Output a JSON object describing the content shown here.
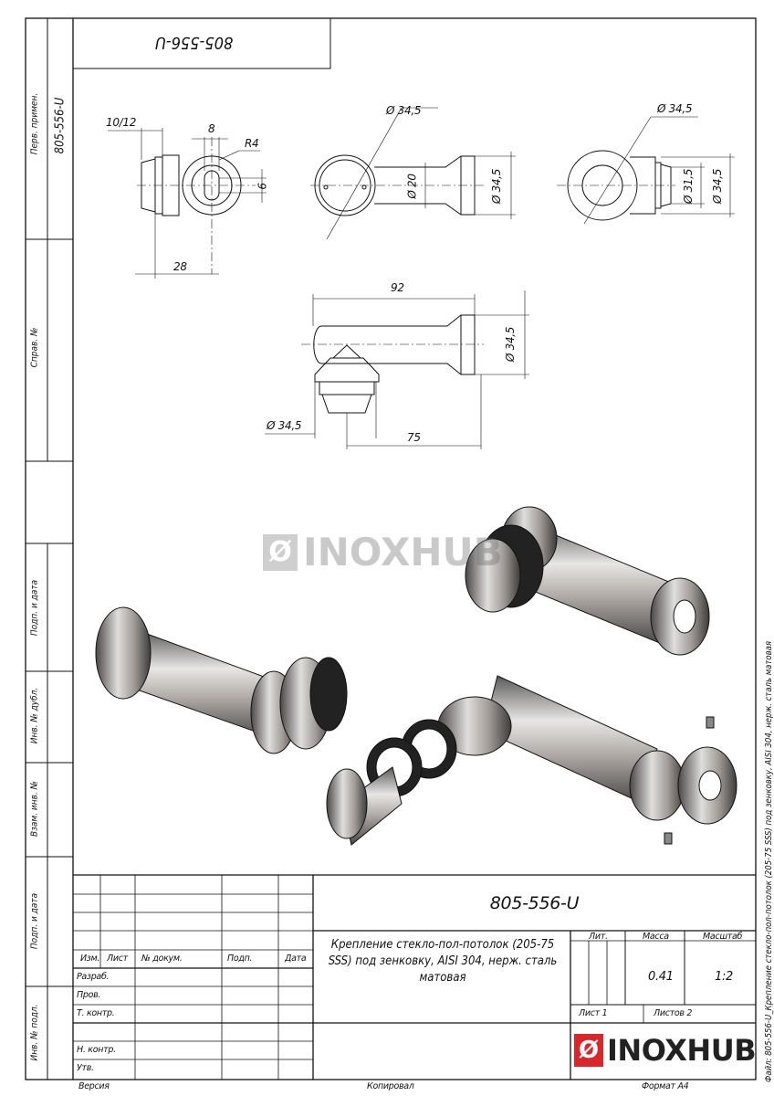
{
  "drawing_number": "805-556-U",
  "top_box_number": "805-556-U",
  "side_strip": {
    "perv_primen_label": "Перв. примен.",
    "perv_primen_value": "805-556-U",
    "sprav_label": "Справ. №",
    "podp_data_label_1": "Подп. и дата",
    "inv_dubl_label": "Инв. № дубл.",
    "vzam_inv_label": "Взам. инв. №",
    "podp_data_label_2": "Подп. и дата",
    "inv_podl_label": "Инв. № подл."
  },
  "file_caption": "Файл: 805-556-U_Крепление стекло-пол-потолок (205-75 SSS) под зенковку, AISI 304, нерж. сталь матовая",
  "dimensions": {
    "view1": {
      "width_a": "10/12",
      "slot": "8",
      "radius": "R4",
      "slot_h": "6",
      "length": "28"
    },
    "view2": {
      "dia_top": "Ø 34,5",
      "dia_shaft": "Ø 20",
      "dia_end": "Ø 34,5"
    },
    "view3": {
      "dia_top": "Ø 34,5",
      "dia_inner": "Ø 31,5",
      "dia_outer": "Ø 34,5"
    },
    "view4": {
      "total": "92",
      "dia_end": "Ø 34,5",
      "dia_base": "Ø 34,5",
      "offset": "75"
    }
  },
  "watermark": "INOXHUB",
  "title_block": {
    "headers": {
      "izm": "Изм.",
      "list": "Лист",
      "doc": "№ докум.",
      "podp": "Подп.",
      "data": "Дата"
    },
    "rows": [
      "Разраб.",
      "Пров.",
      "Т. контр.",
      "",
      "Н. контр.",
      "Утв."
    ],
    "designation": "805-556-U",
    "name": "Крепление стекло-пол-потолок (205-75 SSS) под зенковку, AISI 304, нерж. сталь матовая",
    "lit_label": "Лит.",
    "mass_label": "Масса",
    "scale_label": "Масштаб",
    "mass": "0.41",
    "scale": "1:2",
    "sheet": "Лист 1",
    "sheets": "Листов 2",
    "logo_text": "INOXHUB",
    "logo_color": "#d9262b"
  },
  "footer": {
    "version": "Версия",
    "copied": "Копировал",
    "format": "Формат А4"
  }
}
